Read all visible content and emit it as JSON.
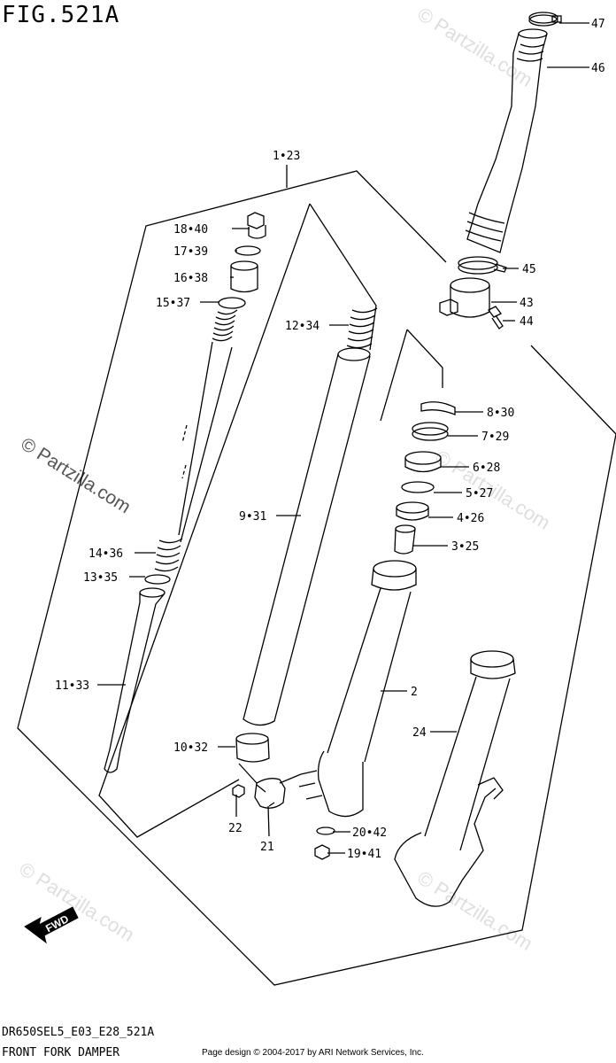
{
  "figure": {
    "title": "FIG.521A"
  },
  "callouts": {
    "c47": "47",
    "c46": "46",
    "c1_23": "1•23",
    "c18_40": "18•40",
    "c17_39": "17•39",
    "c16_38": "16•38",
    "c15_37": "15•37",
    "c12_34": "12•34",
    "c45": "45",
    "c43": "43",
    "c44": "44",
    "c8_30": "8•30",
    "c7_29": "7•29",
    "c6_28": "6•28",
    "c5_27": "5•27",
    "c4_26": "4•26",
    "c3_25": "3•25",
    "c9_31": "9•31",
    "c14_36": "14•36",
    "c13_35": "13•35",
    "c11_33": "11•33",
    "c2": "2",
    "c24": "24",
    "c10_32": "10•32",
    "c22": "22",
    "c21": "21",
    "c20_42": "20•42",
    "c19_41": "19•41"
  },
  "fwd_label": "FWD",
  "watermarks": {
    "text": "© Partzilla.com"
  },
  "footer": {
    "model_code": "DR650SEL5_E03_E28_521A",
    "diagram_name": "FRONT FORK DAMPER",
    "credit": "Page design © 2004-2017 by ARI Network Services, Inc."
  }
}
